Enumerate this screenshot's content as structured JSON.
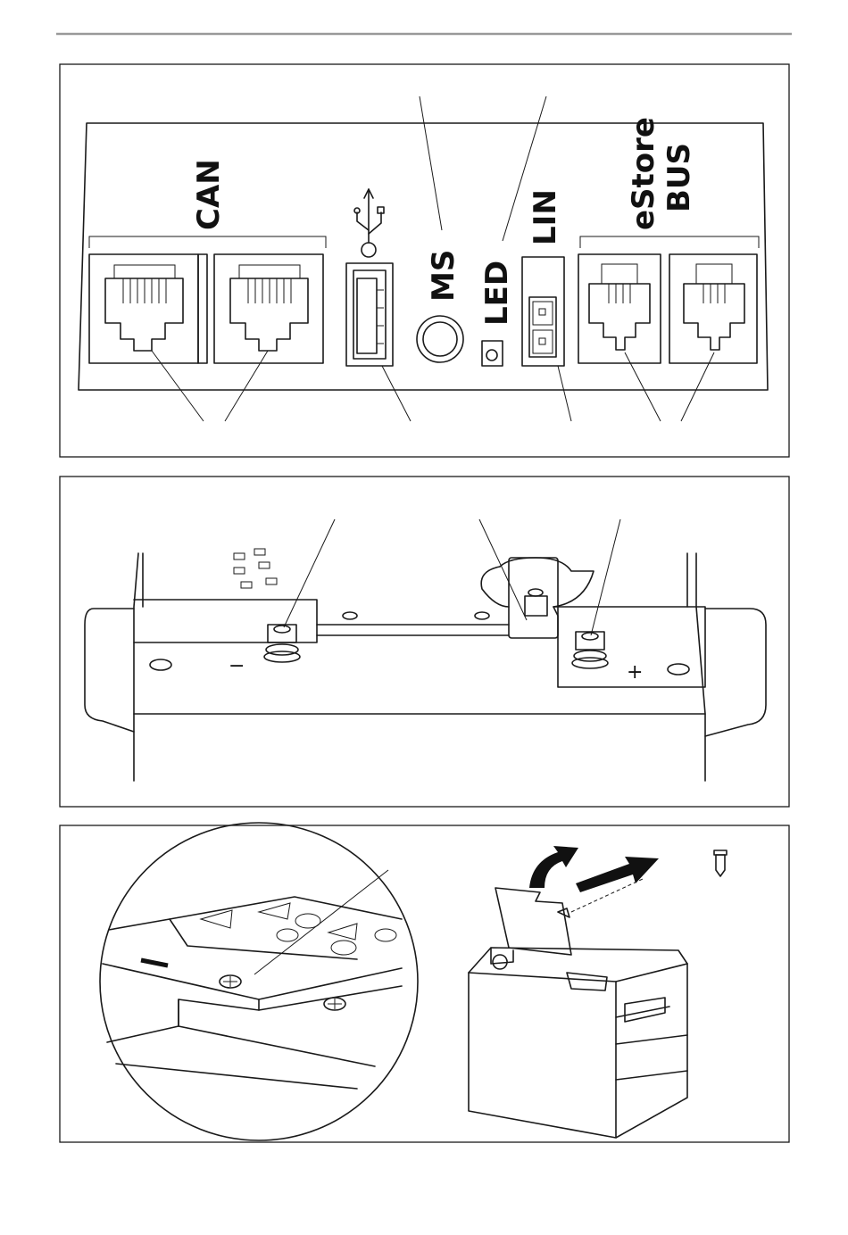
{
  "panel1": {
    "labels": {
      "can": "CAN",
      "ms": "MS",
      "led": "LED",
      "lin": "LIN",
      "estore": "eStore",
      "bus": "BUS"
    },
    "icons": [
      "usb-icon"
    ]
  },
  "panel2": {
    "minus_symbol": "−",
    "plus_symbol": "+"
  },
  "panel3": {
    "minus_symbol": "−"
  },
  "colors": {
    "line": "#1a1a1a",
    "rule": "#999999"
  }
}
